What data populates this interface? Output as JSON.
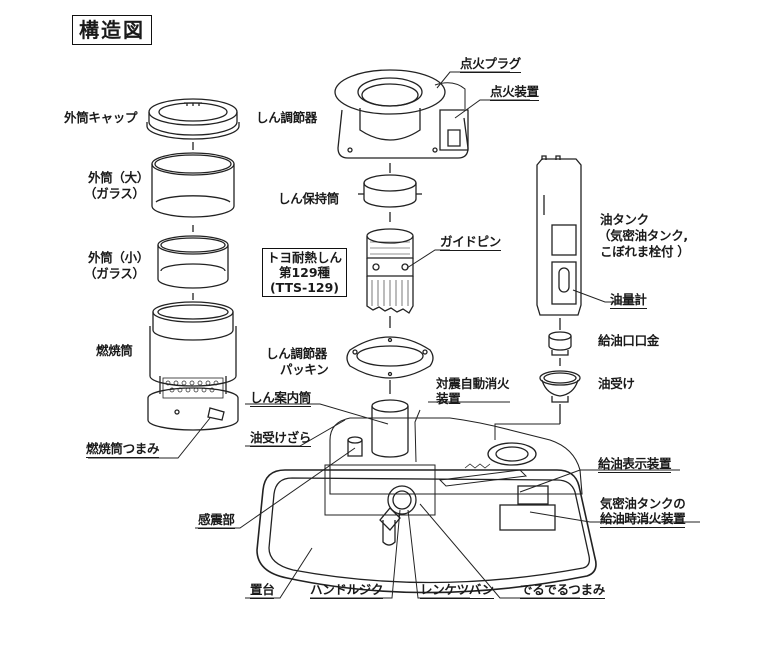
{
  "title": "構造図",
  "labels": {
    "outer_cap": "外筒キャップ",
    "outer_large_1": "外筒（大）",
    "outer_large_2": "（ガラス）",
    "outer_small_1": "外筒（小）",
    "outer_small_2": "（ガラス）",
    "combustion_cyl": "燃焼筒",
    "combustion_knob": "燃焼筒つまみ",
    "ignition_plug": "点火プラグ",
    "ignition_device": "点火装置",
    "wick_adjuster": "しん調節器",
    "wick_holder": "しん保持筒",
    "wick_name_1": "トヨ耐熱しん",
    "wick_name_2": "第129種",
    "wick_name_3": "(TTS-129)",
    "guide_pin": "ガイドピン",
    "packing_1": "しん調節器",
    "packing_2": "パッキン",
    "tank_1": "油タンク",
    "tank_2": "（気密油タンク,",
    "tank_3": "こぼれま栓付 ）",
    "oil_gauge": "油量計",
    "fill_cap": "給油口口金",
    "oil_receiver": "油受け",
    "quake_1": "対震自動消火",
    "quake_2": "装置",
    "wick_guide": "しん案内筒",
    "oil_tray": "油受けざら",
    "refuel_indicator": "給油表示装置",
    "refuel_ext_1": "気密油タンクの",
    "refuel_ext_2": "給油時消火装置",
    "sensor": "感震部",
    "base": "置台",
    "handle_shaft": "ハンドルジク",
    "linkage": "レンケツバン",
    "deru_knob": "でるでるつまみ"
  }
}
